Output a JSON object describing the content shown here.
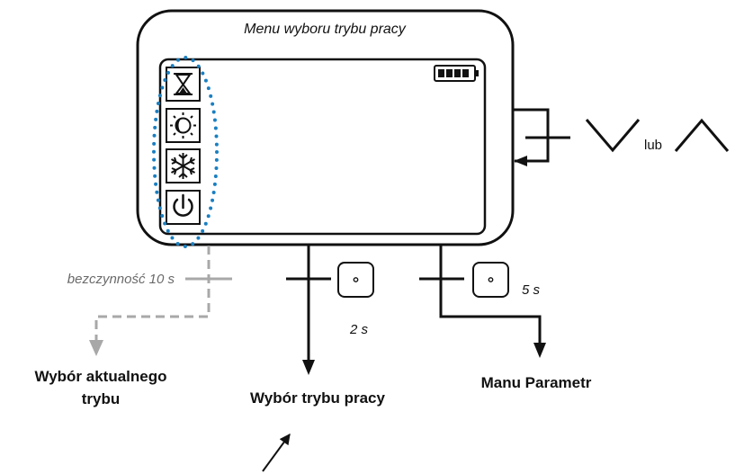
{
  "device": {
    "title": "Menu wyboru trybu pracy",
    "mode_icons": [
      "hourglass-icon",
      "sun-moon-icon",
      "snowflake-icon",
      "power-icon"
    ],
    "battery_icon": "battery-icon"
  },
  "side_button": {
    "label_or": "lub",
    "icons": [
      "chevron-down-icon",
      "chevron-up-icon"
    ]
  },
  "idle": {
    "label": "bezczynność 10 s",
    "target_line1": "Wybór aktualnego",
    "target_line2": "trybu"
  },
  "center_button": {
    "duration": "2 s",
    "target": "Wybór trybu pracy"
  },
  "right_button": {
    "duration": "5 s",
    "target": "Manu Parametr"
  },
  "colors": {
    "line": "#111111",
    "dotted_selection": "#1a7fc1",
    "idle_path": "#a8a8a8"
  }
}
